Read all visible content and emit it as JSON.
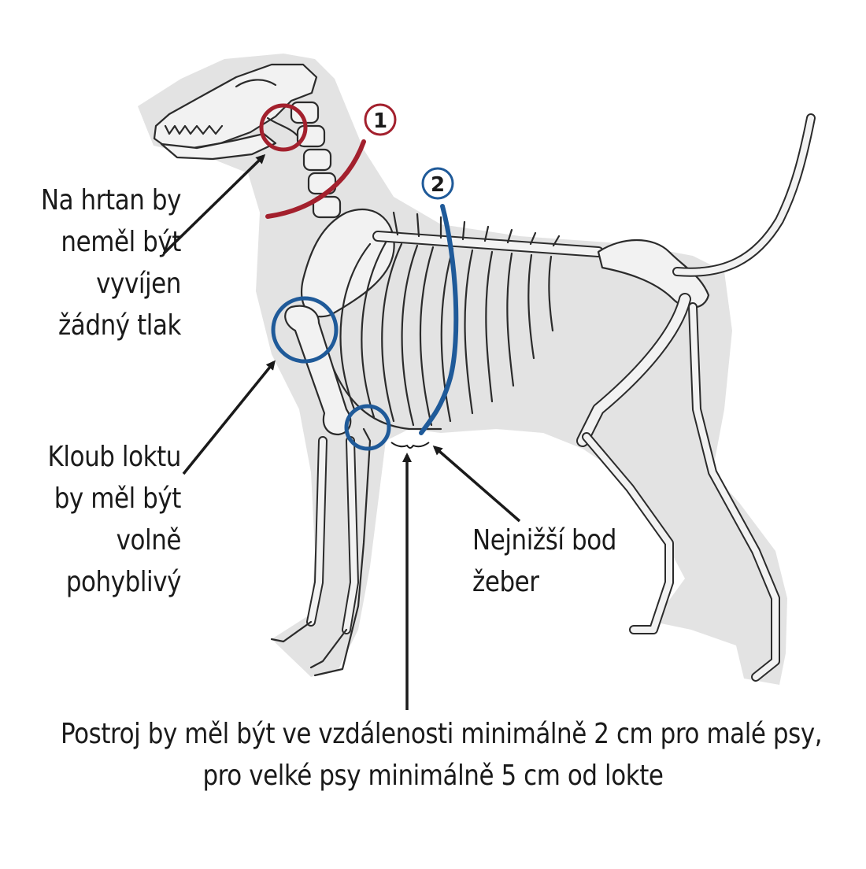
{
  "colors": {
    "background": "#ffffff",
    "silhouette": "#e3e3e3",
    "bone_fill": "#f2f2f2",
    "bone_stroke": "#2b2b2b",
    "marker_1": "#a3202d",
    "marker_2": "#1f5a99",
    "arrow": "#1a1a1a",
    "text": "#1a1a1a"
  },
  "markers": {
    "one": {
      "number": "1"
    },
    "two": {
      "number": "2"
    }
  },
  "labels": {
    "larynx": [
      "Na hrtan by",
      "neměl být",
      "vyvíjen",
      "žádný tlak"
    ],
    "elbow": [
      "Kloub loktu",
      "by měl být",
      "volně",
      "pohyblivý"
    ],
    "ribs": [
      "Nejnižší bod",
      "žeber"
    ],
    "harness": [
      "Postroj by měl být ve vzdálenosti minimálně 2 cm pro malé psy,",
      "pro velké psy minimálně 5 cm od lokte"
    ]
  }
}
